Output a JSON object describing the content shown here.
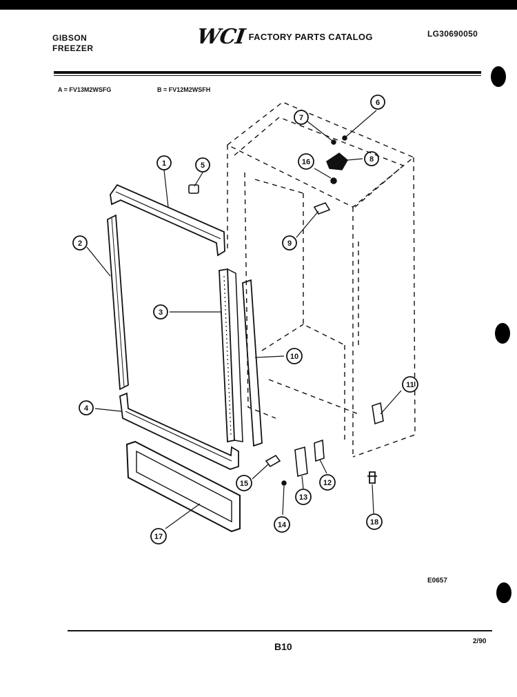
{
  "header": {
    "brand_line1": "GIBSON",
    "brand_line2": "FREEZER",
    "logo": "WCI",
    "catalog_title": "FACTORY PARTS CATALOG",
    "catalog_code": "LG30690050"
  },
  "models": {
    "a": "A = FV13M2WSFG",
    "b": "B = FV12M2WSFH"
  },
  "callouts": [
    {
      "label": "1"
    },
    {
      "label": "2"
    },
    {
      "label": "3"
    },
    {
      "label": "4"
    },
    {
      "label": "5"
    },
    {
      "label": "6"
    },
    {
      "label": "7"
    },
    {
      "label": "8"
    },
    {
      "label": "9"
    },
    {
      "label": "10"
    },
    {
      "label": "11"
    },
    {
      "label": "12"
    },
    {
      "label": "13"
    },
    {
      "label": "14"
    },
    {
      "label": "15"
    },
    {
      "label": "16"
    },
    {
      "label": "17"
    },
    {
      "label": "18"
    }
  ],
  "footer": {
    "figure_code": "E0657",
    "page": "B10",
    "date": "2/90"
  }
}
